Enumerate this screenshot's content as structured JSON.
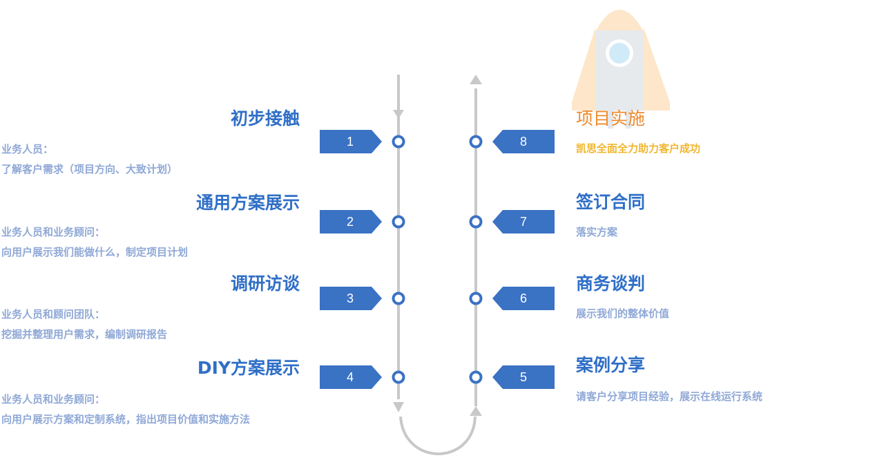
{
  "colors": {
    "primary": "#3a72c4",
    "text_blue": "#2f6fc7",
    "desc_blue": "#8fa8d6",
    "accent_orange": "#ee8a2c",
    "accent_yellow": "#f1b62e",
    "track_gray": "#c8c8c8"
  },
  "steps_left": [
    {
      "number": "1",
      "title": "初步接触",
      "desc_lines": [
        "业务人员：",
        "了解客户需求（项目方向、大致计划）"
      ]
    },
    {
      "number": "2",
      "title": "通用方案展示",
      "desc_lines": [
        "业务人员和业务顾问：",
        "向用户展示我们能做什么，制定项目计划"
      ]
    },
    {
      "number": "3",
      "title": "调研访谈",
      "desc_lines": [
        "业务人员和顾问团队：",
        "挖掘并整理用户需求，编制调研报告"
      ]
    },
    {
      "number": "4",
      "title": "DIY方案展示",
      "desc_lines": [
        "业务人员和业务顾问：",
        "向用户展示方案和定制系统，指出项目价值和实施方法"
      ]
    }
  ],
  "steps_right": [
    {
      "number": "8",
      "title": "项目实施",
      "desc": "凯思全面全力助力客户成功",
      "highlight": true
    },
    {
      "number": "7",
      "title": "签订合同",
      "desc": "落实方案",
      "highlight": false
    },
    {
      "number": "6",
      "title": "商务谈判",
      "desc": "展示我们的整体价值",
      "highlight": false
    },
    {
      "number": "5",
      "title": "案例分享",
      "desc": "请客户分享项目经验，展示在线运行系统",
      "highlight": false
    }
  ],
  "decoration": {
    "icon": "rocket-icon"
  }
}
